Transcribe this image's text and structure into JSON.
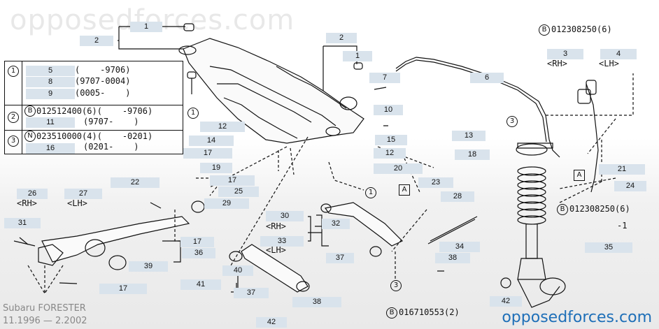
{
  "watermark": "opposedforces.com",
  "brand": "opposedforces.com",
  "vehicle": {
    "model": "Subaru FORESTER",
    "years": "11.1996 — 2.2002"
  },
  "legend": {
    "rows": [
      {
        "marker": "1",
        "lines": [
          {
            "part": "5",
            "text": "(    -9706)"
          },
          {
            "part": "8",
            "text": "(9707-0004)"
          },
          {
            "part": "9",
            "text": "(0005-    )"
          }
        ]
      },
      {
        "marker": "2",
        "code_prefix": "B",
        "code": "012512400(6)(    -9706)",
        "lines": [
          {
            "part": "11",
            "text": "(9707-    )"
          }
        ]
      },
      {
        "marker": "3",
        "code_prefix": "N",
        "code": "023510000(4)(    -0201)",
        "lines": [
          {
            "part": "16",
            "text": "(0201-    )"
          }
        ]
      }
    ]
  },
  "callouts": [
    {
      "n": "1"
    },
    {
      "n": "2"
    },
    {
      "n": "2"
    },
    {
      "n": "1"
    },
    {
      "n": "3"
    },
    {
      "n": "4"
    },
    {
      "n": "6"
    },
    {
      "n": "7"
    },
    {
      "n": "10"
    },
    {
      "n": "12"
    },
    {
      "n": "14"
    },
    {
      "n": "15"
    },
    {
      "n": "17"
    },
    {
      "n": "12"
    },
    {
      "n": "13"
    },
    {
      "n": "18"
    },
    {
      "n": "19"
    },
    {
      "n": "20"
    },
    {
      "n": "17"
    },
    {
      "n": "21"
    },
    {
      "n": "25"
    },
    {
      "n": "22"
    },
    {
      "n": "23"
    },
    {
      "n": "24"
    },
    {
      "n": "26"
    },
    {
      "n": "27"
    },
    {
      "n": "29"
    },
    {
      "n": "28"
    },
    {
      "n": "30"
    },
    {
      "n": "31"
    },
    {
      "n": "32"
    },
    {
      "n": "17"
    },
    {
      "n": "33"
    },
    {
      "n": "34"
    },
    {
      "n": "36"
    },
    {
      "n": "35"
    },
    {
      "n": "37"
    },
    {
      "n": "38"
    },
    {
      "n": "39"
    },
    {
      "n": "40"
    },
    {
      "n": "41"
    },
    {
      "n": "17"
    },
    {
      "n": "37"
    },
    {
      "n": "38"
    },
    {
      "n": "42"
    },
    {
      "n": "42"
    }
  ],
  "side_labels": {
    "rh": "<RH>",
    "lh": "<LH>"
  },
  "part_codes": {
    "top_right": {
      "prefix": "B",
      "code": "012308250(6)"
    },
    "mid_right": {
      "prefix": "B",
      "code": "012308250(6)"
    },
    "mid_right_suffix": "-1",
    "bottom": {
      "prefix": "B",
      "code": "016710553(2)"
    }
  },
  "markers": {
    "circle_1": "1",
    "circle_3": "3",
    "box_a": "A"
  }
}
